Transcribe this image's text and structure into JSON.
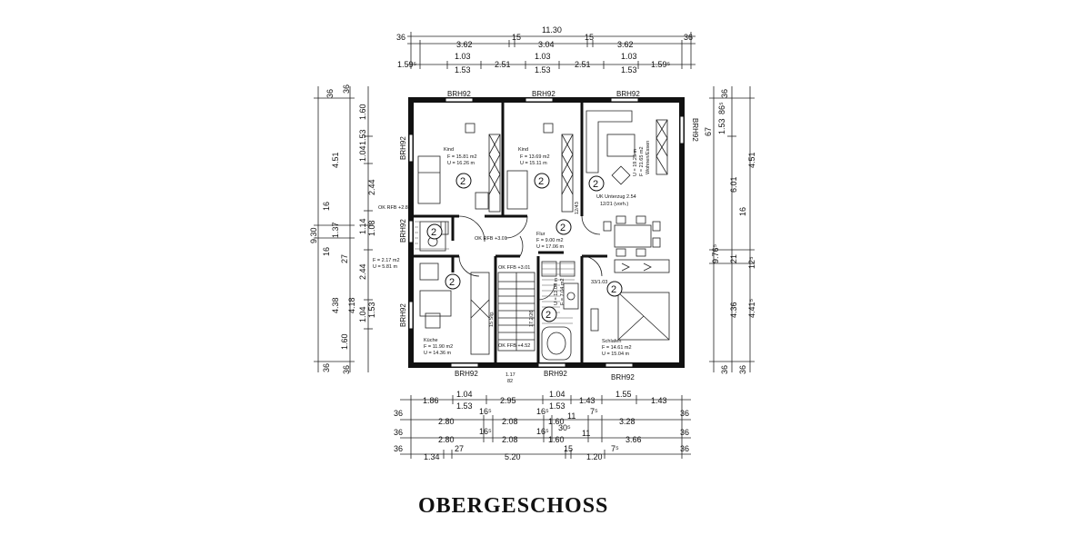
{
  "title": "OBERGESCHOSS",
  "dimensions": {
    "top_row1": [
      "11.30"
    ],
    "top_row2": [
      "36",
      "3.62",
      "15",
      "3.04",
      "15",
      "3.62",
      "36"
    ],
    "top_row3": [
      "1.59⁵",
      "1.03",
      "1.53",
      "2.51",
      "1.03",
      "1.53",
      "2.51",
      "1.03",
      "1.53",
      "1.59⁵"
    ],
    "bottom_row1": [
      "1.86",
      "1.04",
      "1.53",
      "2.95",
      "1.04",
      "1.53",
      "1.43",
      "1.55",
      "1.43"
    ],
    "bottom_row2": [
      "36",
      "2.80",
      "16⁵",
      "2.08",
      "16⁵",
      "1.60",
      "11",
      "7⁵",
      "3.28",
      "36"
    ],
    "bottom_row3": [
      "36",
      "2.80",
      "16⁵",
      "2.08",
      "16⁵",
      "1.60",
      "30⁵",
      "11",
      "3.66",
      "36"
    ],
    "bottom_row4": [
      "36",
      "1.34",
      "27",
      "5.20",
      "15",
      "1.20",
      "7⁵",
      "36"
    ],
    "left_outer": [
      "36",
      "4.51",
      "16",
      "4.38",
      "36"
    ],
    "left_mid": [
      "9.30",
      "16",
      "1.37",
      "27",
      "4.18"
    ],
    "left_inner": [
      "36",
      "1.60",
      "1.04",
      "1.53",
      "2.44",
      "1.14",
      "1.08",
      "2.44",
      "1.53",
      "1.04",
      "1.60",
      "36"
    ],
    "right_inner": [
      "36",
      "67",
      "1.53",
      "86⁵"
    ],
    "right_mid": [
      "6.01",
      "9.76⁵",
      "21",
      "4.36",
      "36"
    ],
    "right_outer": [
      "4.51",
      "16",
      "12⁵",
      "4.41⁵",
      "36"
    ],
    "door_note": [
      "1.17",
      "82"
    ]
  },
  "labels": {
    "brh": "BRH92",
    "rooms": {
      "kind1": {
        "name": "Kind",
        "area": "F = 15.81 m2",
        "perimeter": "U = 16.26 m"
      },
      "kind2": {
        "name": "Kind",
        "area": "F = 13.69 m2",
        "perimeter": "U = 15.11 m"
      },
      "wohnen": {
        "name": "Wohnen/Essen",
        "area": "F = 21.65 m2",
        "perimeter": "U = 19.25 m"
      },
      "wc": {
        "area": "F = 2.17 m2",
        "perimeter": "U = 5.81 m"
      },
      "flur": {
        "name": "Flur",
        "area": "F = 9.00 m2",
        "perimeter": "U = 17.06 m"
      },
      "kueche": {
        "name": "Küche",
        "area": "F = 11.90 m2",
        "perimeter": "U = 14.36 m"
      },
      "bad": {
        "area": "F = 7.04 m2",
        "perimeter": "U = 12.04 m"
      },
      "schlafen": {
        "name": "Schlafen",
        "area": "F = 14.61 m2",
        "perimeter": "U = 15.04 m"
      }
    },
    "level_marks": [
      "OK RFB +2.88",
      "OK RFB +3.01",
      "OK FFB +3.01",
      "OK FFB +4.52"
    ],
    "unterzug": [
      "UK Unterzug 2.54",
      "12/21 (vorh.)"
    ],
    "stair": [
      "15 Stg.",
      "17.2/26"
    ],
    "window_notes": [
      "33/1.03",
      "12/43"
    ],
    "room_number": "2"
  }
}
